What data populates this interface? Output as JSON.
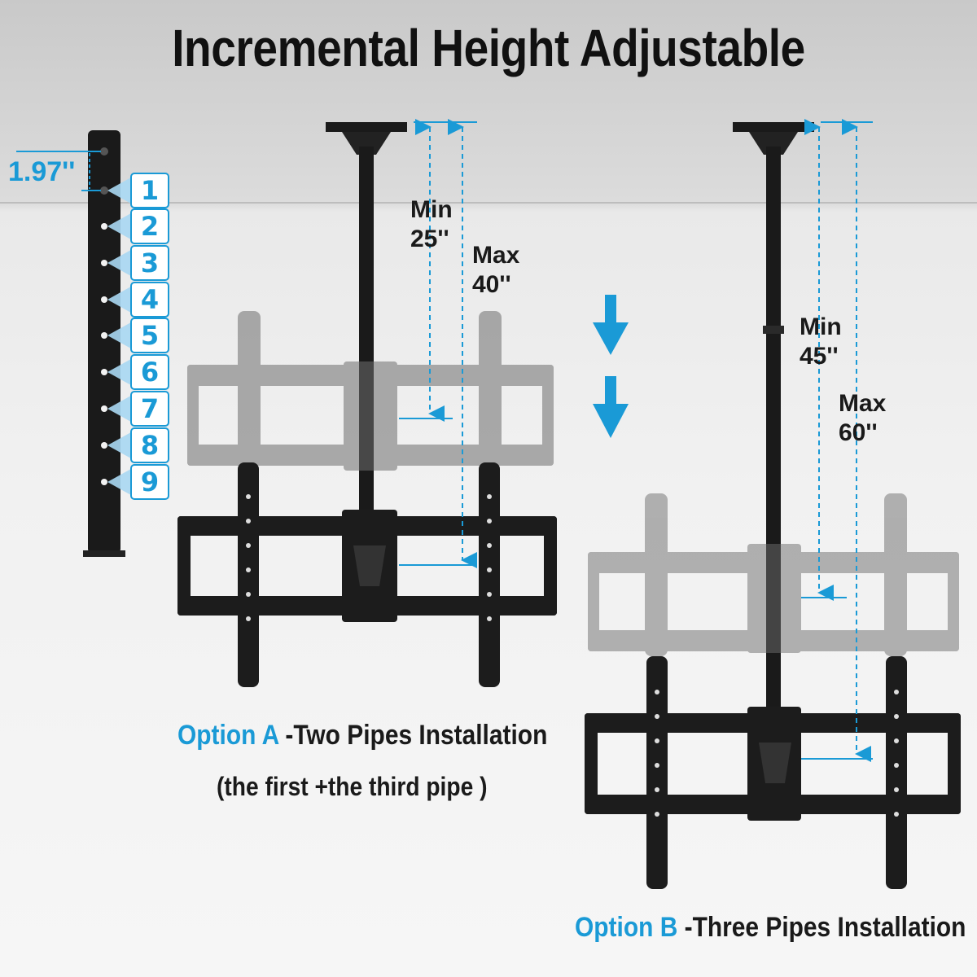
{
  "title": "Incremental Height Adjustable",
  "pipe_spacing": "1.97''",
  "pipe_holes": [
    "1",
    "2",
    "3",
    "4",
    "5",
    "6",
    "7",
    "8",
    "9"
  ],
  "option_a": {
    "label": "Option A",
    "text": " -Two Pipes Installation",
    "subtext": "(the first +the third pipe )",
    "min_label": "Min",
    "min_value": "25''",
    "max_label": "Max",
    "max_value": "40''"
  },
  "option_b": {
    "label": "Option B",
    "text": " -Three Pipes Installation",
    "min_label": "Min",
    "min_value": "45''",
    "max_label": "Max",
    "max_value": "60''"
  },
  "colors": {
    "accent": "#1a9ad6",
    "text": "#1a1a1a",
    "mount": "#1c1c1c",
    "ghost": "#8a8a8a"
  }
}
